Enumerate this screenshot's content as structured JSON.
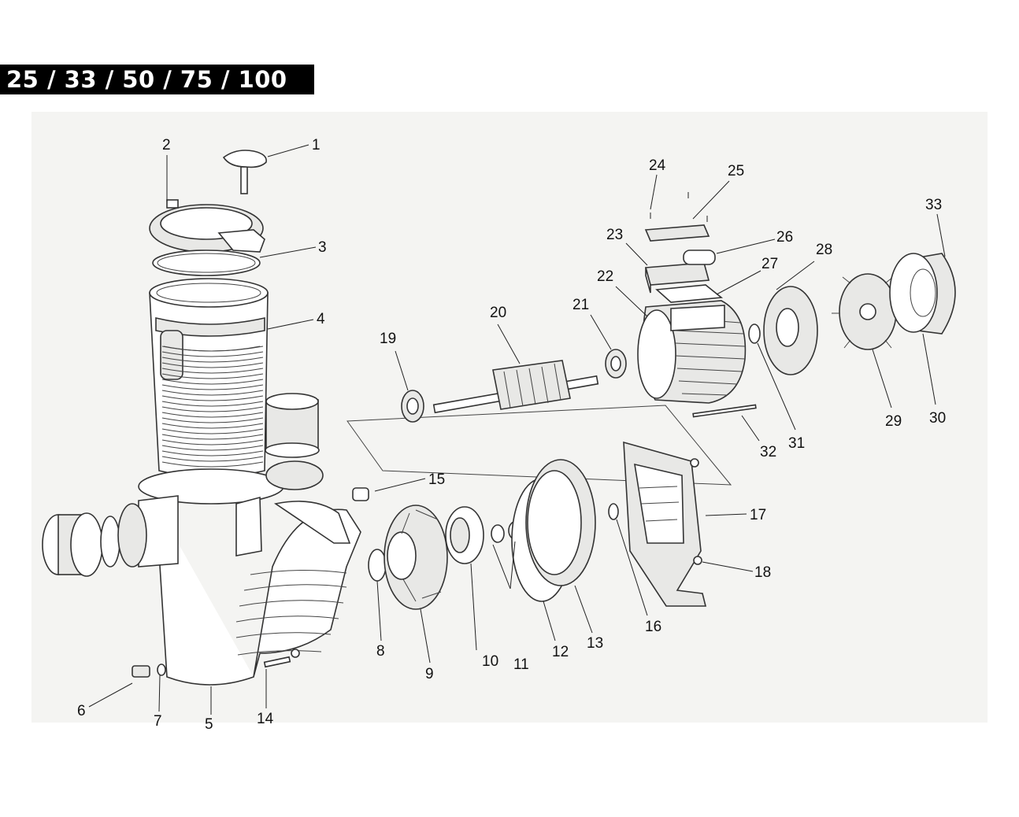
{
  "header": {
    "title": "25 / 33 / 50 / 75 / 100"
  },
  "callouts": [
    {
      "id": "1",
      "label": "1"
    },
    {
      "id": "2",
      "label": "2"
    },
    {
      "id": "3",
      "label": "3"
    },
    {
      "id": "4",
      "label": "4"
    },
    {
      "id": "5",
      "label": "5"
    },
    {
      "id": "6",
      "label": "6"
    },
    {
      "id": "7",
      "label": "7"
    },
    {
      "id": "8",
      "label": "8"
    },
    {
      "id": "9",
      "label": "9"
    },
    {
      "id": "10",
      "label": "10"
    },
    {
      "id": "11",
      "label": "11"
    },
    {
      "id": "12",
      "label": "12"
    },
    {
      "id": "13",
      "label": "13"
    },
    {
      "id": "14",
      "label": "14"
    },
    {
      "id": "15",
      "label": "15"
    },
    {
      "id": "16",
      "label": "16"
    },
    {
      "id": "17",
      "label": "17"
    },
    {
      "id": "18",
      "label": "18"
    },
    {
      "id": "19",
      "label": "19"
    },
    {
      "id": "20",
      "label": "20"
    },
    {
      "id": "21",
      "label": "21"
    },
    {
      "id": "22",
      "label": "22"
    },
    {
      "id": "23",
      "label": "23"
    },
    {
      "id": "24",
      "label": "24"
    },
    {
      "id": "25",
      "label": "25"
    },
    {
      "id": "26",
      "label": "26"
    },
    {
      "id": "27",
      "label": "27"
    },
    {
      "id": "28",
      "label": "28"
    },
    {
      "id": "29",
      "label": "29"
    },
    {
      "id": "30",
      "label": "30"
    },
    {
      "id": "31",
      "label": "31"
    },
    {
      "id": "32",
      "label": "32"
    },
    {
      "id": "33",
      "label": "33"
    }
  ]
}
